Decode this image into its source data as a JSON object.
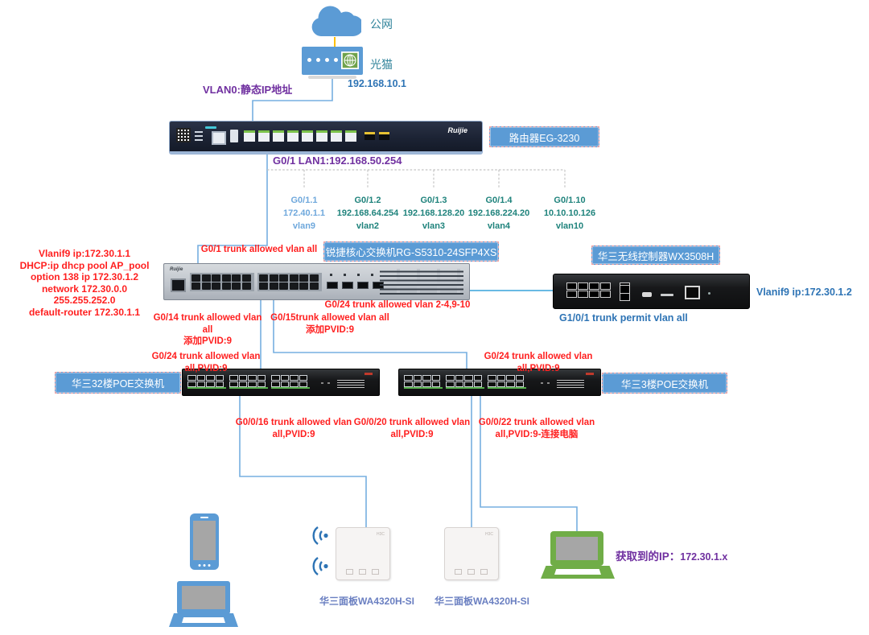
{
  "colors": {
    "accent_blue": "#5B9BD5",
    "line_blue": "#76AFE0",
    "wlc_line": "#52B1E0",
    "orange_link": "#FFC000",
    "red_note": "#FF1F1F",
    "purple_note": "#7030A0",
    "teal_label": "#31849B",
    "ip_blue": "#2E74B5",
    "subif_blue": "#6FA8DC",
    "subif_teal": "#1F837C",
    "ap_label_blue": "#6A7FC1",
    "client_green": "#70AD47"
  },
  "cloud": {
    "label": "公网"
  },
  "modem": {
    "label": "光猫",
    "ip": "192.168.10.1",
    "vlan_note": "VLAN0:静态IP地址"
  },
  "router": {
    "label": "路由器EG-3230",
    "logo": "Ruijie",
    "lan_note": "G0/1 LAN1:192.168.50.254",
    "trunk_note": "G0/1 trunk allowed vlan all"
  },
  "subinterfaces": [
    {
      "port": "G0/1.1",
      "ip": "172.40.1.1",
      "vlan": "vlan9"
    },
    {
      "port": "G0/1.2",
      "ip": "192.168.64.254",
      "vlan": "vlan2"
    },
    {
      "port": "G0/1.3",
      "ip": "192.168.128.20",
      "vlan": "vlan3"
    },
    {
      "port": "G0/1.4",
      "ip": "192.168.224.20",
      "vlan": "vlan4"
    },
    {
      "port": "G0/1.10",
      "ip": "10.10.10.126",
      "vlan": "vlan10"
    }
  ],
  "core_switch": {
    "label": "锐捷核心交换机RG-S5310-24SFP4XS",
    "logo": "Ruijie",
    "dhcp_config": [
      "Vlanif9 ip:172.30.1.1",
      "DHCP:ip dhcp pool AP_pool",
      "option 138 ip 172.30.1.2",
      "network 172.30.0.0",
      "255.255.252.0",
      "default-router 172.30.1.1"
    ],
    "port24_note": "G0/24 trunk allowed vlan 2-4,9-10",
    "port14_note": [
      "G0/14 trunk allowed vlan all",
      "添加PVID:9"
    ],
    "port15_note": [
      "G0/15trunk allowed vlan all",
      "添加PVID:9"
    ]
  },
  "wlc": {
    "label": "华三无线控制器WX3508H",
    "vlanif_note": "Vlanif9 ip:172.30.1.2",
    "port_note": "G1/0/1 trunk permit vlan all"
  },
  "poe_switch_32f": {
    "label": "华三32楼POE交换机",
    "uplink_note": [
      "G0/24 trunk allowed vlan",
      "all,PVID:9"
    ],
    "port16_note": [
      "G0/0/16 trunk allowed vlan",
      "all,PVID:9"
    ]
  },
  "poe_switch_3f": {
    "label": "华三3楼POE交换机",
    "uplink_note": [
      "G0/24 trunk allowed vlan",
      "all,PVID:9"
    ],
    "port20_note": [
      "G0/0/20 trunk  allowed vlan",
      "all,PVID:9"
    ],
    "port22_note": [
      "G0/0/22 trunk  allowed vlan",
      "all,PVID:9-连接电脑"
    ]
  },
  "ap1": {
    "label": "华三面板WA4320H-SI",
    "logo": "H3C"
  },
  "ap2": {
    "label": "华三面板WA4320H-SI",
    "logo": "H3C"
  },
  "client": {
    "obtained_ip_label": "获取到的IP：",
    "obtained_ip": "172.30.1.x"
  }
}
